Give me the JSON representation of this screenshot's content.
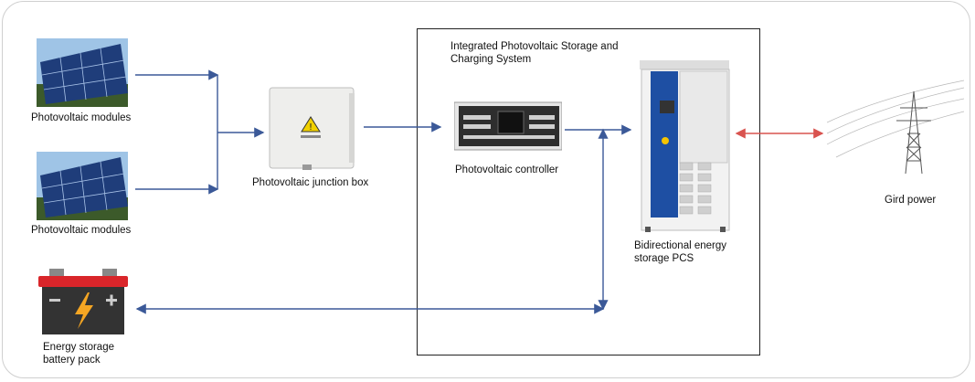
{
  "diagram": {
    "system_title": "Integrated Photovoltaic Storage and Charging System",
    "nodes": {
      "pv_module_1": "Photovoltaic modules",
      "pv_module_2": "Photovoltaic modules",
      "junction_box": "Photovoltaic junction box",
      "pv_controller": "Photovoltaic controller",
      "pcs": "Bidirectional energy storage PCS",
      "grid": "Gird power",
      "battery": "Energy storage battery pack"
    },
    "colors": {
      "connector": "#3b5998",
      "grid_link": "#d9534f",
      "battery_body": "#333333",
      "battery_top": "#d9252a",
      "bolt": "#f5a623"
    }
  }
}
